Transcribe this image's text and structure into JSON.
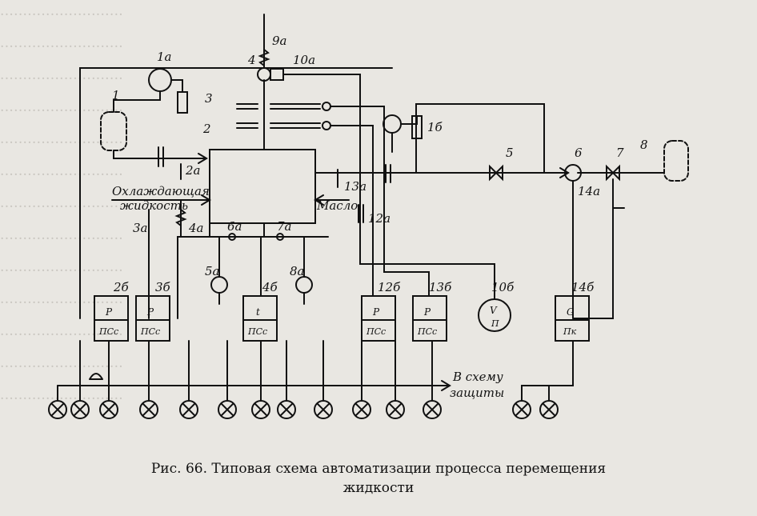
{
  "bg_text": [
    "...........................",
    "...........................",
    "...........................",
    "...........................",
    "...........................",
    "...........................",
    "...........................",
    "...........................",
    "...........................",
    "...........................",
    "...........................",
    "...........................",
    "..........................."
  ],
  "labels": {
    "n1": "1",
    "n1a": "1а",
    "n2": "2",
    "n2a": "2а",
    "n3": "3",
    "n3a": "3а",
    "n4": "4",
    "n4a": "4а",
    "n5": "5",
    "n5a": "5а",
    "n6": "6",
    "n6a": "6а",
    "n7": "7",
    "n7a": "7а",
    "n8": "8",
    "n8a": "8а",
    "n9a": "9а",
    "n10a": "10а",
    "n1b": "1б",
    "n12a": "12а",
    "n13a": "13а",
    "n14a": "14а",
    "n2b": "2б",
    "n3b": "3б",
    "n4b": "4б",
    "n12b": "12б",
    "n13b": "13б",
    "n10b": "10б",
    "n14b": "14б"
  },
  "text_labels": {
    "coolant_line1": "Охлаждающая",
    "coolant_line2": "жидкость",
    "oil": "Масло",
    "protection_line1": "В схему",
    "protection_line2": "защиты"
  },
  "instruments": {
    "p": "P",
    "t": "t",
    "ps": "ПСс",
    "v": "V",
    "vp": "П",
    "g": "G",
    "gl": "Пк"
  },
  "caption": {
    "line1": "Рис. 66. Типовая схема автоматизации процесса перемещения",
    "line2": "жидкости"
  }
}
